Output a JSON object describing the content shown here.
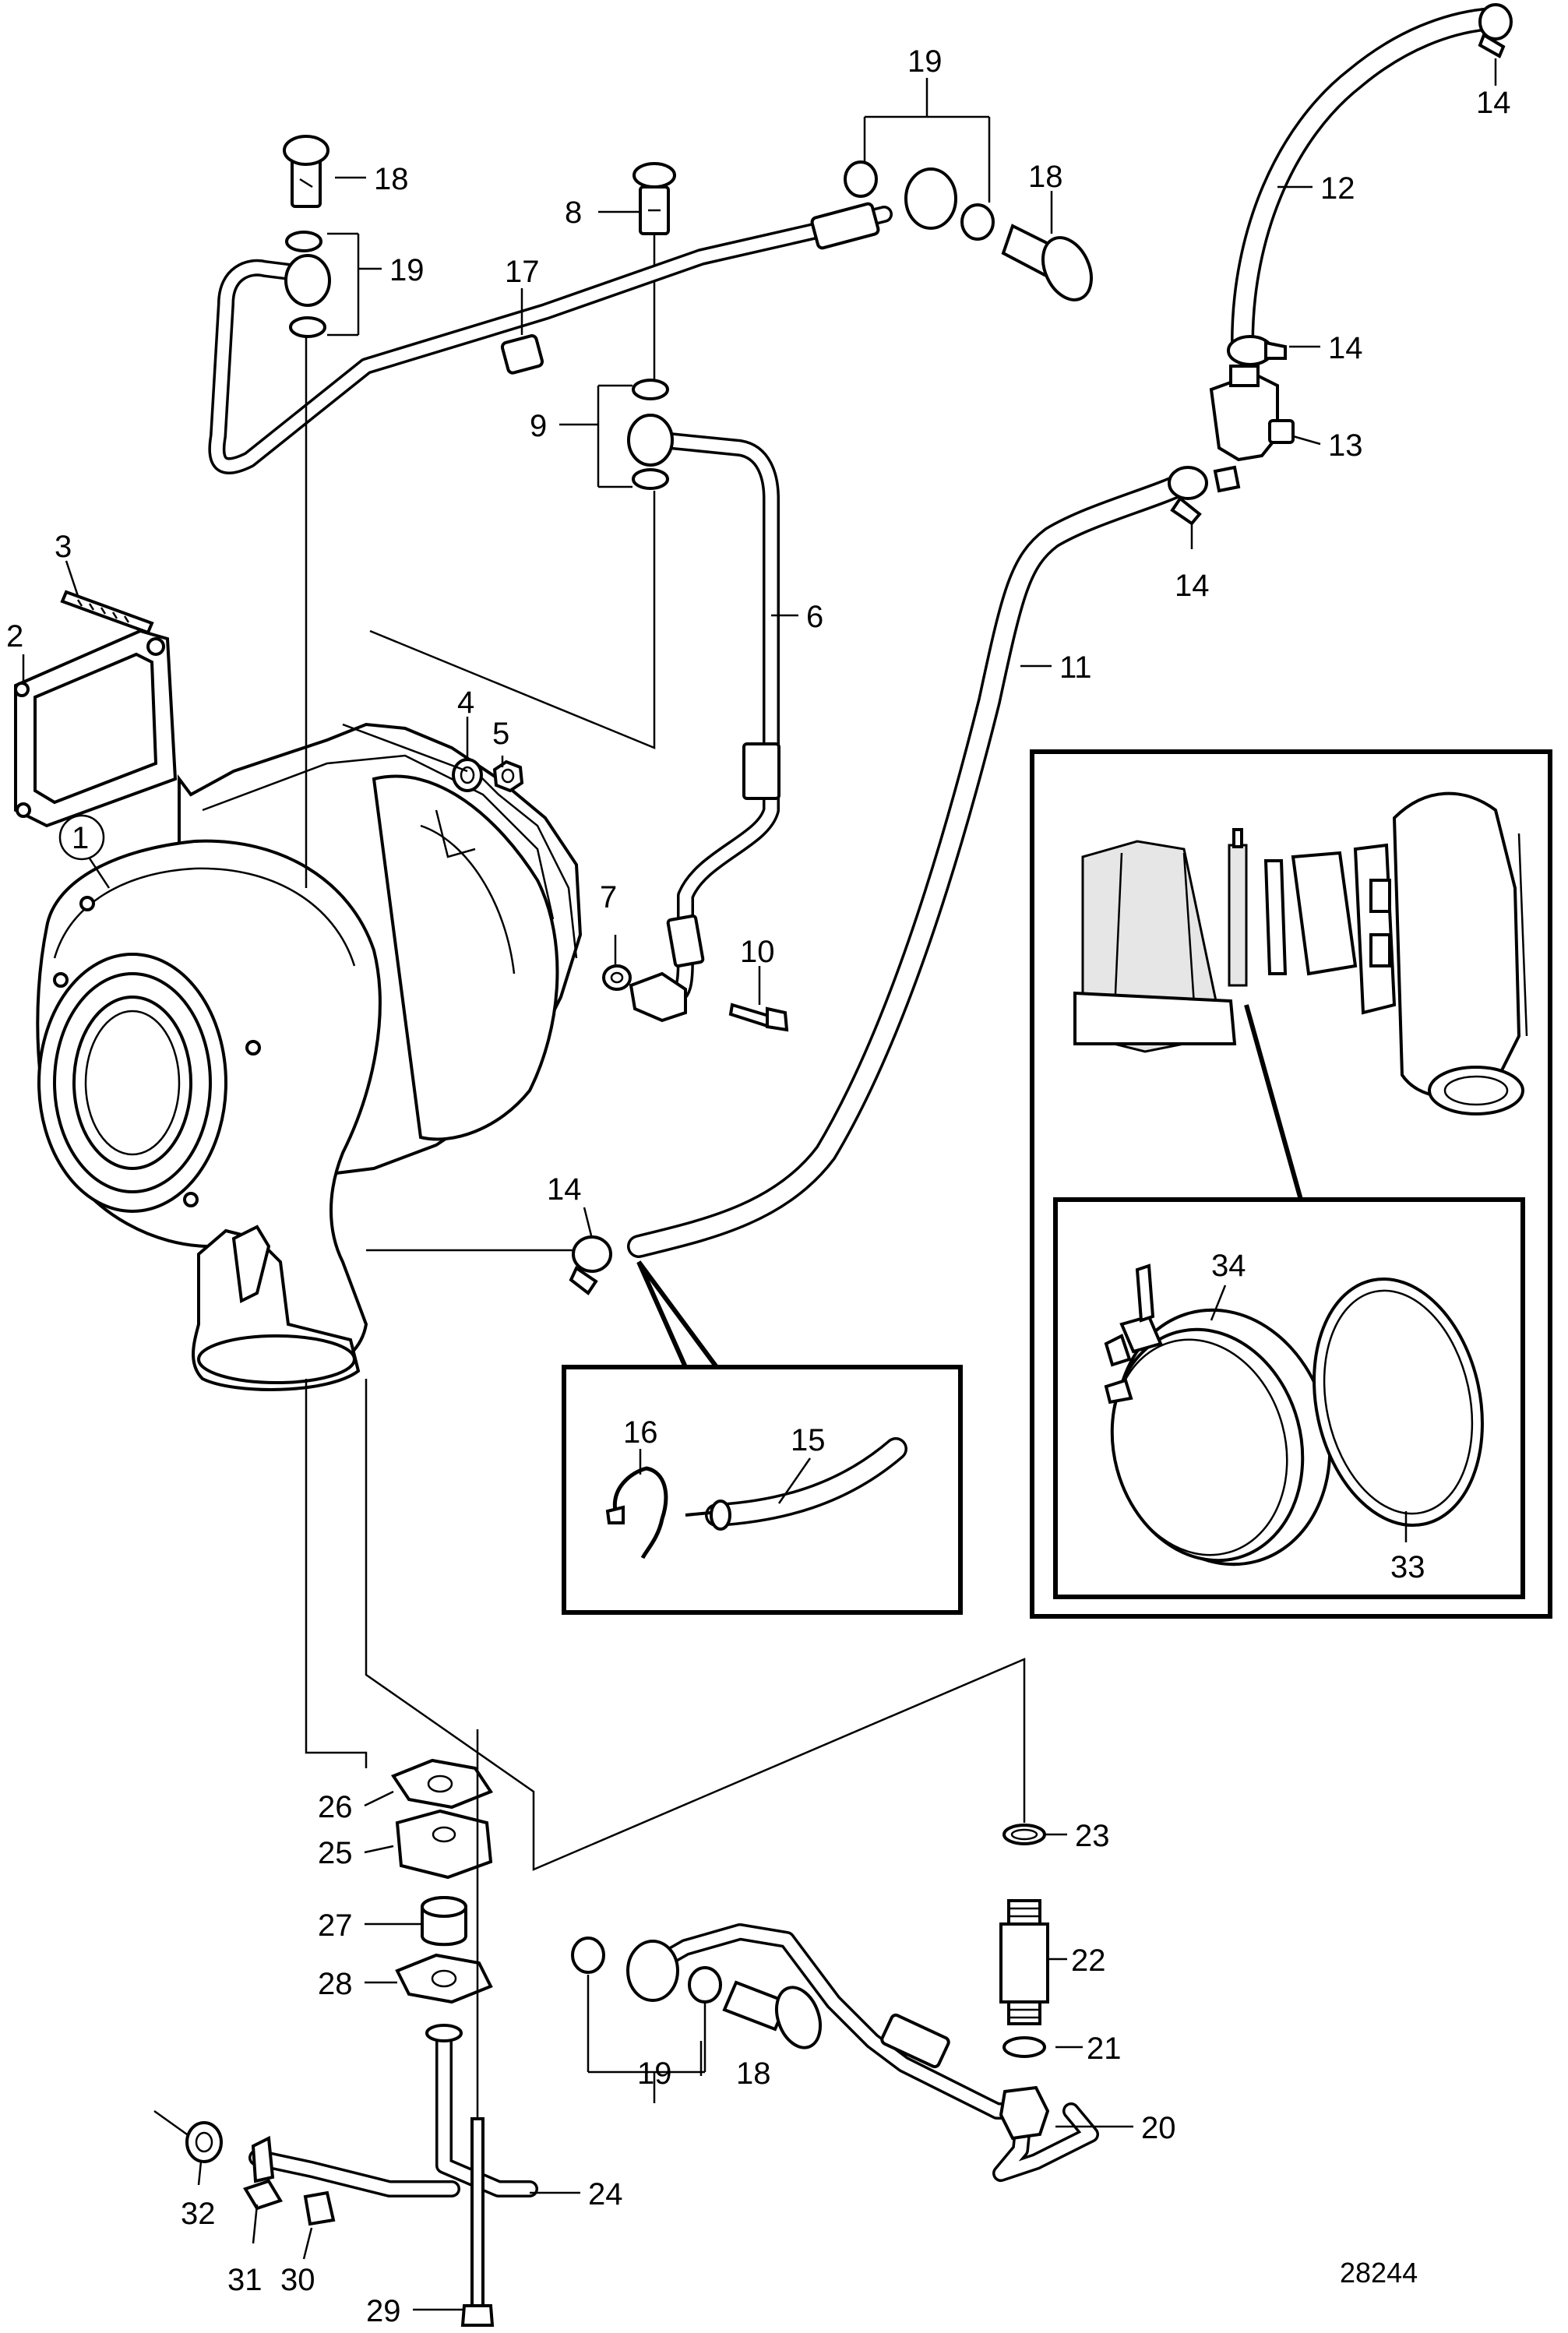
{
  "figure_number": "28244",
  "callouts": {
    "c1": "1",
    "c2": "2",
    "c3": "3",
    "c4": "4",
    "c5": "5",
    "c6": "6",
    "c7": "7",
    "c8": "8",
    "c9": "9",
    "c10": "10",
    "c11": "11",
    "c12": "12",
    "c13": "13",
    "c14": "14",
    "c15": "15",
    "c16": "16",
    "c17": "17",
    "c18": "18",
    "c19": "19",
    "c20": "20",
    "c21": "21",
    "c22": "22",
    "c23": "23",
    "c24": "24",
    "c25": "25",
    "c26": "26",
    "c27": "27",
    "c28": "28",
    "c29": "29",
    "c30": "30",
    "c31": "31",
    "c32": "32",
    "c33": "33",
    "c34": "34"
  }
}
